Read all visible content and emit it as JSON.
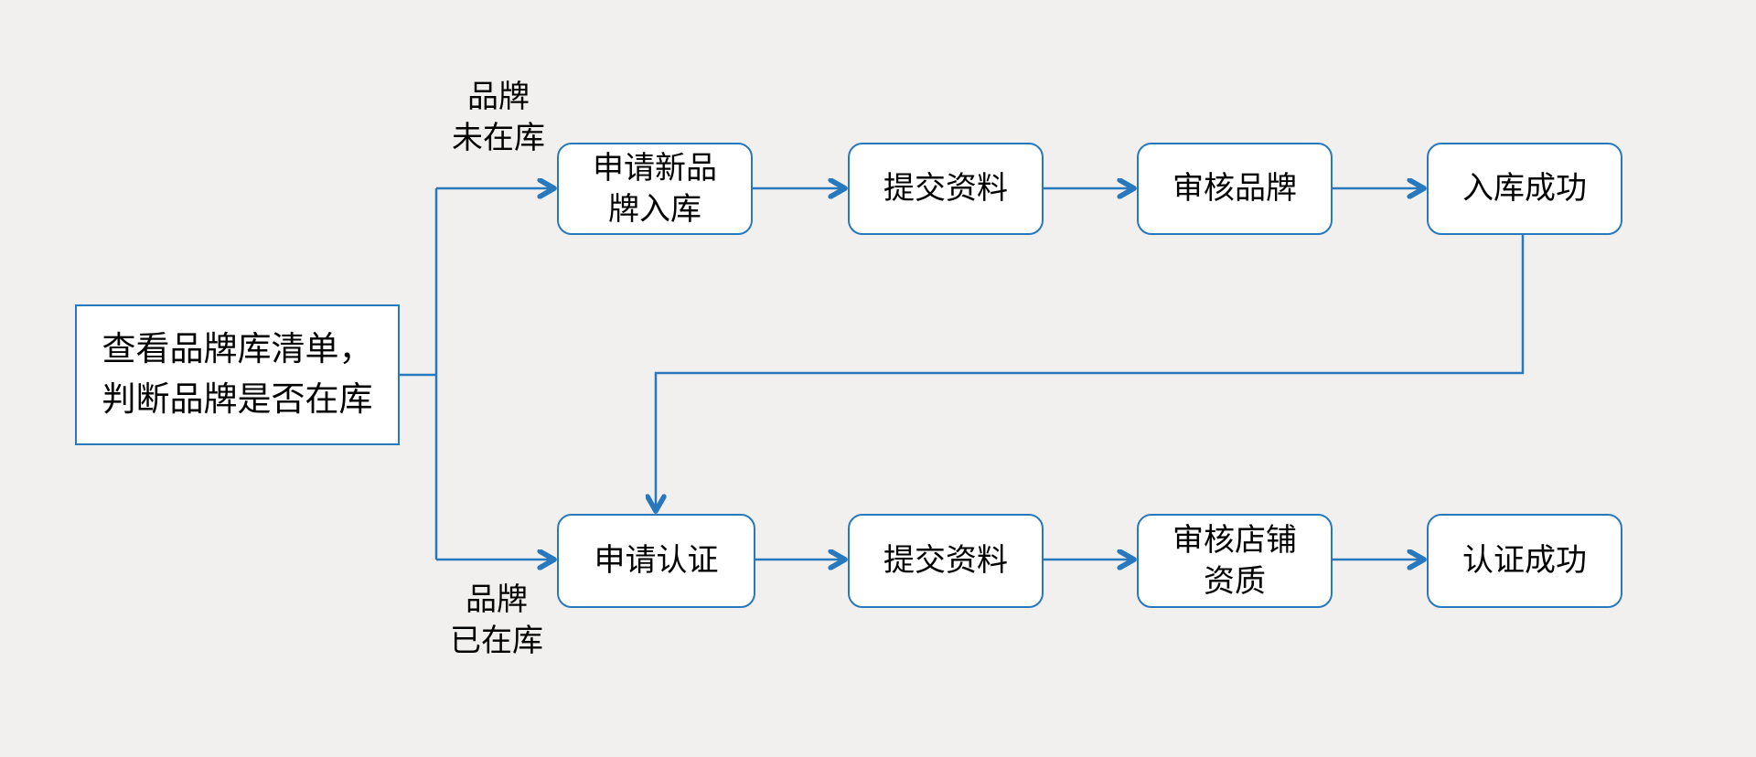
{
  "diagram": {
    "colors": {
      "line": "#2878BE",
      "box_fill": "#FFFFFF",
      "background": "#F1F0EF",
      "text": "#000000"
    },
    "start_node": "查看品牌库清单，\n判断品牌是否在库",
    "branch_labels": {
      "not_in_library": "品牌\n未在库",
      "in_library": "品牌\n已在库"
    },
    "top_flow": [
      "申请新品\n牌入库",
      "提交资料",
      "审核品牌",
      "入库成功"
    ],
    "bottom_flow": [
      "申请认证",
      "提交资料",
      "审核店铺\n资质",
      "认证成功"
    ]
  }
}
